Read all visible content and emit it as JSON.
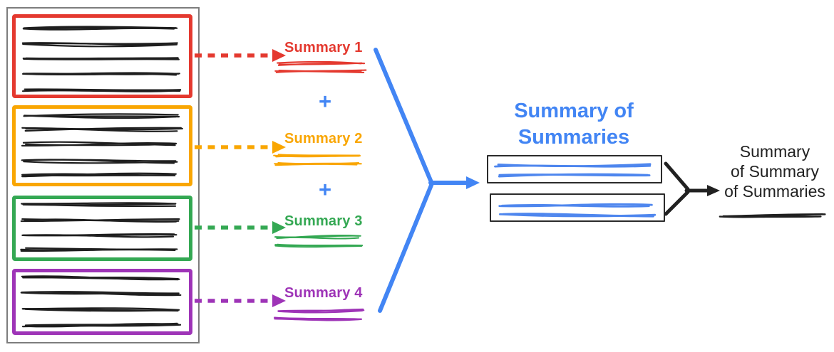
{
  "colors": {
    "blue": "#4285f4",
    "blue_scribble": "#4e86ee",
    "ink": "#212121",
    "scribble_ink": "#1f1f1f",
    "gray_border": "#7d7d7d",
    "result_box_border": "#2b2b2b"
  },
  "summaries": [
    {
      "label": "Summary 1",
      "color": "#e4392f"
    },
    {
      "label": "Summary 2",
      "color": "#f9a602"
    },
    {
      "label": "Summary 3",
      "color": "#34a853"
    },
    {
      "label": "Summary 4",
      "color": "#9e34b7"
    }
  ],
  "operators": [
    "+",
    "+"
  ],
  "merge_title": "Summary of\nSummaries",
  "final_label": "Summary\nof Summary\nof Summaries"
}
